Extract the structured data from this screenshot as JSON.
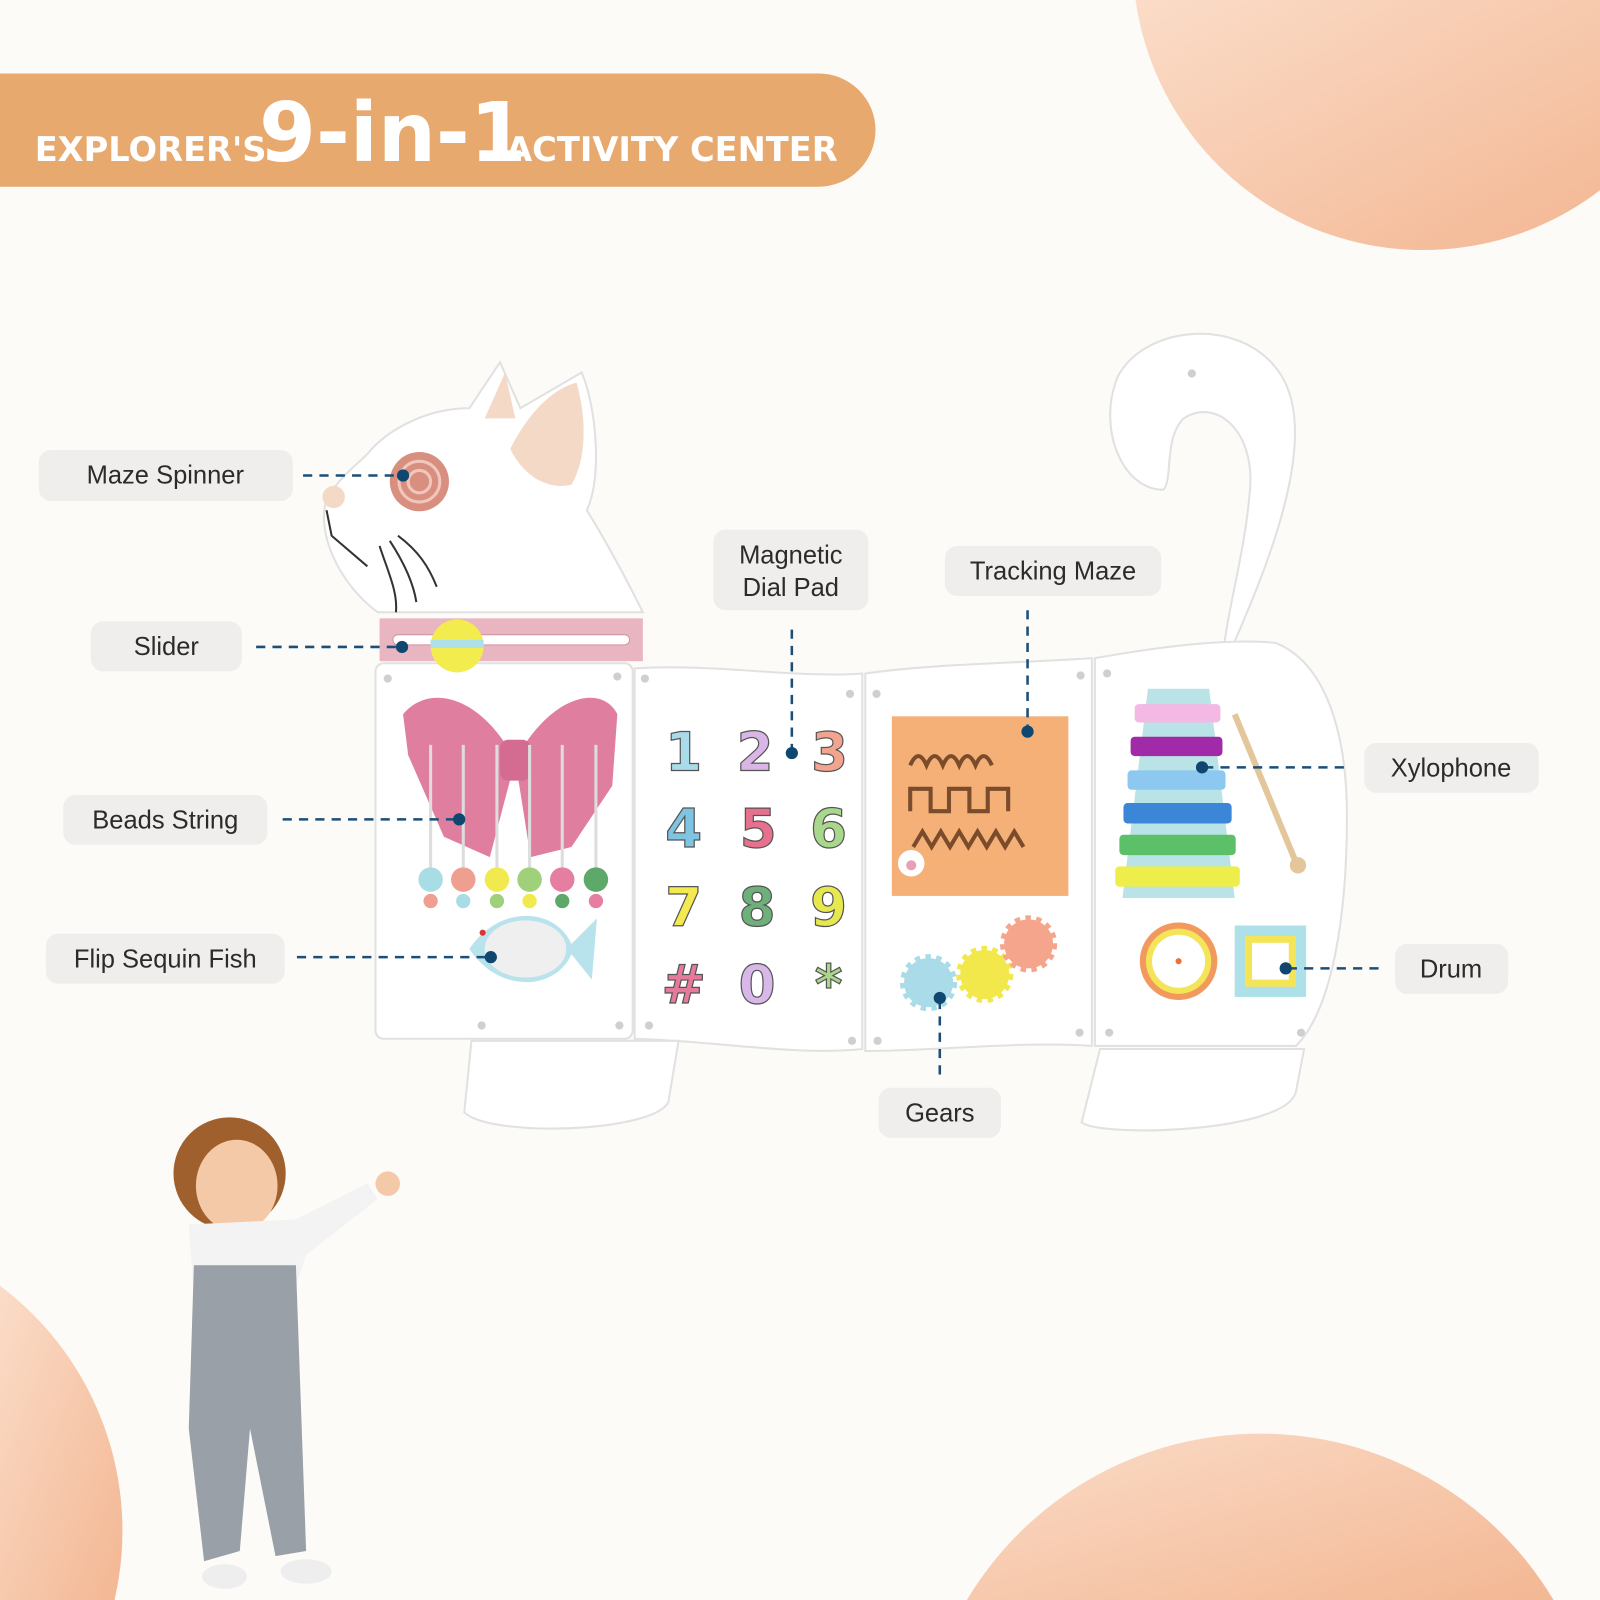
{
  "header": {
    "prefix": "EXPLORER'S",
    "highlight": "9-in-1",
    "suffix": "ACTIVITY CENTER"
  },
  "labels": {
    "maze_spinner": "Maze Spinner",
    "slider": "Slider",
    "beads_string": "Beads String",
    "flip_sequin_fish": "Flip Sequin Fish",
    "magnetic_dial_pad_line1": "Magnetic",
    "magnetic_dial_pad_line2": "Dial Pad",
    "tracking_maze": "Tracking Maze",
    "xylophone": "Xylophone",
    "drum": "Drum",
    "gears": "Gears"
  },
  "dial_pad": [
    "1",
    "2",
    "3",
    "4",
    "5",
    "6",
    "7",
    "8",
    "9",
    "#",
    "0",
    "*"
  ],
  "colors": {
    "header": "#e8a96e",
    "accent_circle": "#f6c3a2",
    "leader": "#0f4770",
    "label_bg": "#efeeec"
  }
}
